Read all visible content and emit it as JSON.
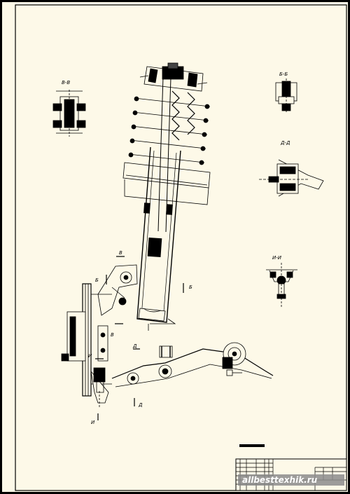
{
  "drawing": {
    "background_color": "#fdf9e8",
    "frame_color": "#000000",
    "line_color": "#000000"
  },
  "section_labels": {
    "v_v": "В-В",
    "b_b": "Б-Б",
    "d_d": "Д-Д",
    "i_i": "И-И"
  },
  "cut_marks": {
    "v_top": "В",
    "v_bottom": "В",
    "b_left": "Б",
    "b_right": "Б",
    "d_top": "Д",
    "d_bottom": "Д",
    "i_top": "И",
    "i_bottom": "И"
  },
  "watermark": "allbesttexhik.ru"
}
